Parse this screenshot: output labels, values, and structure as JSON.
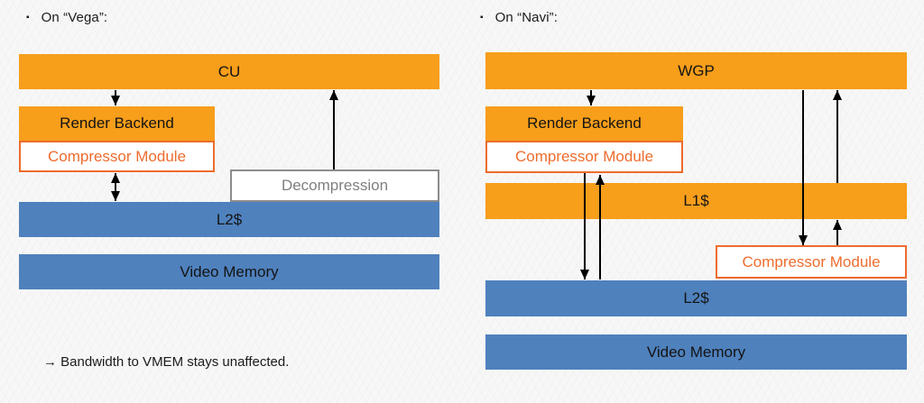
{
  "slide": {
    "vega": {
      "bullet": "▪",
      "heading": "On “Vega”:",
      "blocks": {
        "cu": "CU",
        "render_backend": "Render Backend",
        "compressor_module": "Compressor Module",
        "decompression": "Decompression",
        "l2_cache": "L2$",
        "video_memory": "Video Memory"
      },
      "note": "→ Bandwidth to VMEM stays unaffected."
    },
    "navi": {
      "bullet": "▪",
      "heading": "On “Navi”:",
      "blocks": {
        "wgp": "WGP",
        "render_backend": "Render Backend",
        "compressor_module_rb": "Compressor Module",
        "l1_cache": "L1$",
        "compressor_module_l2": "Compressor Module",
        "l2_cache": "L2$",
        "video_memory": "Video Memory"
      }
    }
  },
  "colors": {
    "orange_fill": "#F79E1B",
    "blue_fill": "#4F81BD",
    "compressor_accent": "#ED6C2D",
    "gray_border": "#8C8C8C",
    "gray_text": "#7F7F7F",
    "arrow_black": "#000000"
  }
}
